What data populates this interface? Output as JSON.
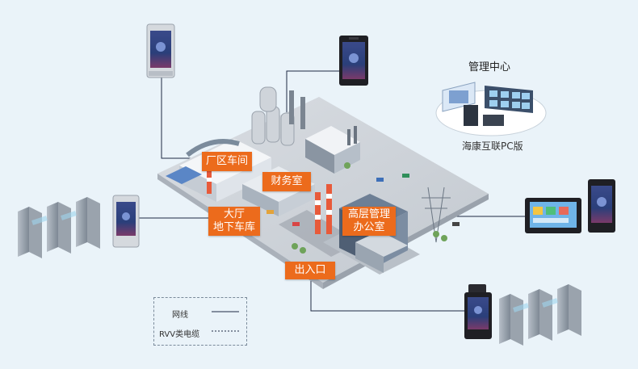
{
  "labels": {
    "factory_workshop": "厂区车间",
    "finance_room": "财务室",
    "hall_garage": "大厅\n地下车库",
    "senior_office": "高层管理\n办公室",
    "entrance_exit": "出入口"
  },
  "management_center": {
    "title": "管理中心",
    "software": "海康互联PC版"
  },
  "legend": {
    "network_cable": "网线",
    "rvv_cable": "RVV类电缆"
  },
  "colors": {
    "accent": "#ec6b1c",
    "background": "#eaf3f9",
    "line": "#1f2a44"
  }
}
